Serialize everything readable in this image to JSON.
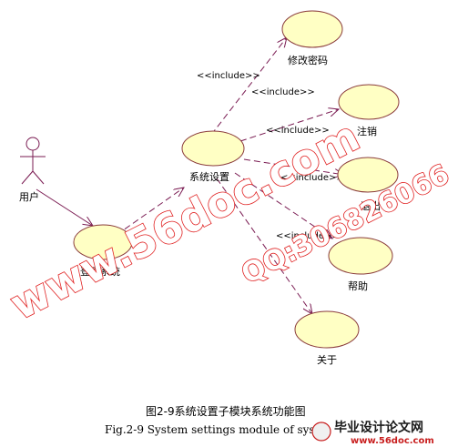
{
  "diagram": {
    "actor": {
      "label": "用户"
    },
    "use_cases": [
      {
        "id": "change_password",
        "label": "修改密码"
      },
      {
        "id": "logout",
        "label": "注销"
      },
      {
        "id": "system_settings",
        "label": "系统设置"
      },
      {
        "id": "exit",
        "label": "退出"
      },
      {
        "id": "help",
        "label": "帮助"
      },
      {
        "id": "about",
        "label": "关于"
      },
      {
        "id": "login",
        "label": "登录系统"
      }
    ],
    "stereotypes": {
      "include_1": "<<include>>",
      "include_2": "<<include>>",
      "include_3": "<<include>>",
      "include_4": "<<include>>",
      "include_5": "<<include>>"
    }
  },
  "caption": {
    "chinese": "图2-9系统设置子模块系统功能图",
    "english": "Fig.2-9 System settings module of syst"
  },
  "watermarks": {
    "site": "www.56doc.com",
    "qq": "QQ:306826066"
  },
  "logo": {
    "text": "毕业设计论文网",
    "sub": "www.56doc.com"
  },
  "colors": {
    "ellipse_fill": "#ffffc4",
    "line": "#7a1b52",
    "watermark": "#e02020"
  }
}
